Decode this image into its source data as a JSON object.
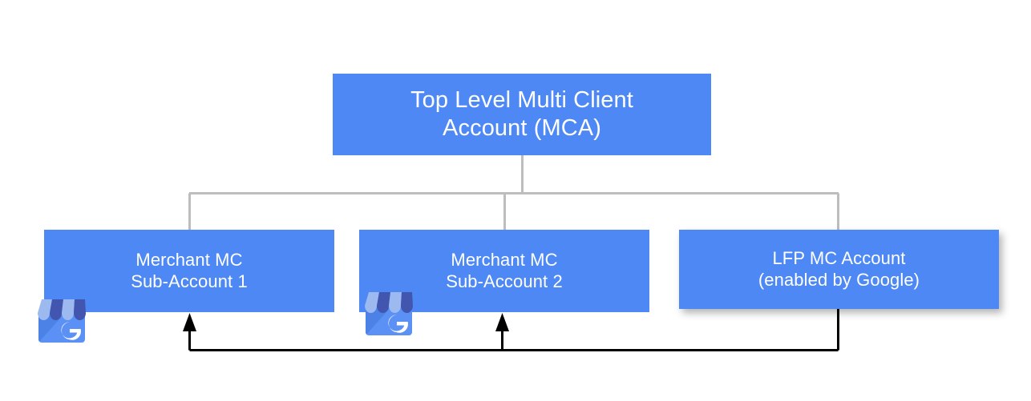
{
  "diagram": {
    "type": "hierarchy-org-chart",
    "background_color": "#ffffff",
    "node_color": "#4d88f5",
    "node_text_color": "#ffffff",
    "connector_color": "#bdbdbd",
    "feedback_arrow_color": "#000000",
    "nodes": {
      "mca": {
        "line1": "Top Level Multi Client",
        "line2": "Account (MCA)"
      },
      "sub1": {
        "line1": "Merchant MC",
        "line2": "Sub-Account 1"
      },
      "sub2": {
        "line1": "Merchant MC",
        "line2": "Sub-Account 2"
      },
      "lfp": {
        "line1": "LFP MC Account",
        "line2": "(enabled by Google)"
      }
    },
    "icons": {
      "storefront_1": "google-business-profile-storefront-icon",
      "storefront_2": "google-business-profile-storefront-icon",
      "storefront_letter": "G"
    }
  }
}
